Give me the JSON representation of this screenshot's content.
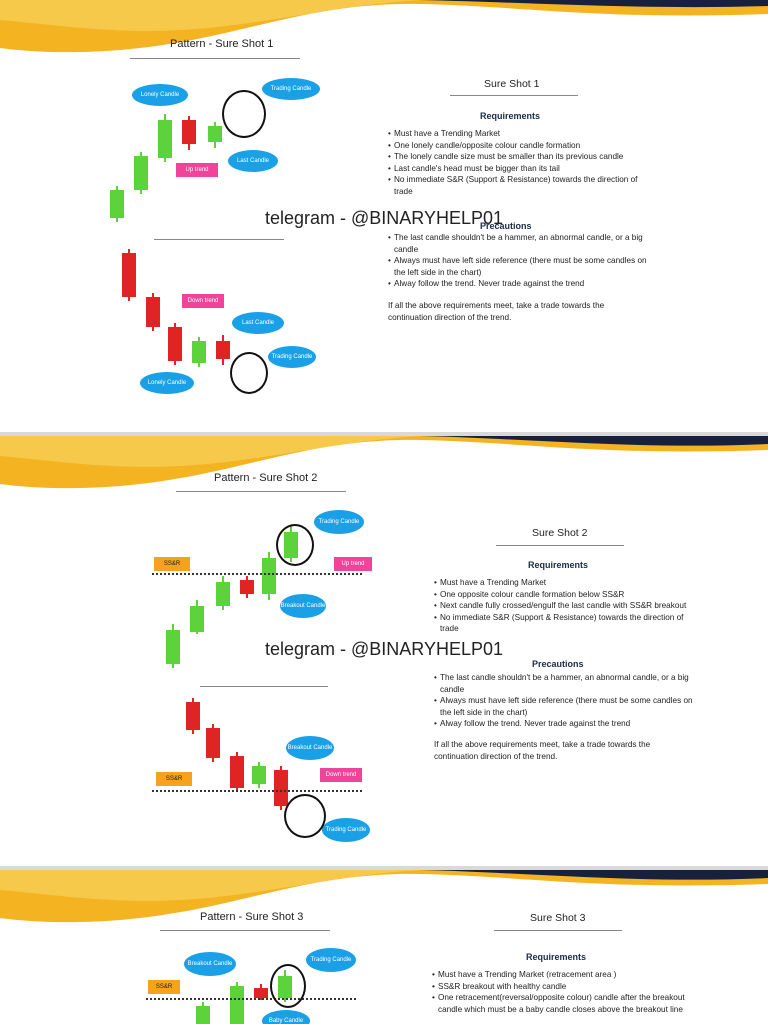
{
  "colors": {
    "green": "#5cd33a",
    "red": "#e02424",
    "bubble": "#1aa0e6",
    "pink": "#f0449a",
    "orange": "#f6a21c",
    "navy": "#17213d",
    "gold": "#f4b320"
  },
  "watermark": "telegram - @BINARYHELP01",
  "slide1": {
    "pattern_title": "Pattern - Sure Shot 1",
    "right_title": "Sure Shot 1",
    "requirements_heading": "Requirements",
    "requirements": [
      "Must have a Trending Market",
      "One lonely candle/opposite colour candle formation",
      "The lonely candle size must be smaller than its previous candle",
      "Last candle's head must be bigger than its tail",
      "No immediate S&R (Support & Resistance) towards the direction of trade"
    ],
    "precautions_heading": "Precautions",
    "precautions": [
      "The last candle shouldn't be a hammer, an abnormal candle, or a big candle",
      "Always must have left side reference (there must be some candles on the left side in the chart)",
      "Alway follow the trend. Never trade against the trend"
    ],
    "conclusion": "If all the above requirements meet, take a trade towards the continuation direction of the trend.",
    "labels": {
      "lonely_candle": "Lonely Candle",
      "trading_candle": "Trading Candle",
      "last_candle": "Last Candle",
      "up_trend": "Up trend",
      "down_trend": "Down trend",
      "last_candle_2": "Last Candle",
      "trading_candle_2": "Trading Candle",
      "lonely_candle_2": "Lonely Candle"
    }
  },
  "slide2": {
    "pattern_title": "Pattern - Sure Shot 2",
    "right_title": "Sure Shot 2",
    "requirements_heading": "Requirements",
    "requirements": [
      "Must have a Trending Market",
      "One opposite colour candle formation below SS&R",
      "Next candle fully crossed/engulf the last candle with SS&R breakout",
      "No immediate S&R (Support & Resistance) towards the direction of trade"
    ],
    "precautions_heading": "Precautions",
    "precautions": [
      "The last candle shouldn't be a hammer, an abnormal candle, or a big candle",
      "Always must have left side reference (there must be some candles on the left side in the chart)",
      "Alway follow the trend. Never trade against the trend"
    ],
    "conclusion": "If all the above requirements meet, take a trade towards the continuation direction of the trend.",
    "labels": {
      "trading_candle": "Trading Candle",
      "ssr": "SS&R",
      "up_trend": "Up trend",
      "breakout_candle": "Breakout Candle",
      "breakout_candle_2": "Breakout Candle",
      "ssr_2": "SS&R",
      "down_trend": "Down trend",
      "trading_candle_2": "Trading Candle"
    }
  },
  "slide3": {
    "pattern_title": "Pattern - Sure Shot 3",
    "right_title": "Sure Shot 3",
    "requirements_heading": "Requirements",
    "requirements": [
      "Must have a Trending Market (retracement area )",
      "SS&R breakout with healthy candle",
      "One retracement(reversal/opposite colour) candle after the breakout candle which must be a baby candle closes above the breakout line"
    ],
    "labels": {
      "breakout_candle": "Breakout Candle",
      "trading_candle": "Trading Candle",
      "ssr": "SS&R",
      "baby_candle": "Baby Candle"
    }
  }
}
